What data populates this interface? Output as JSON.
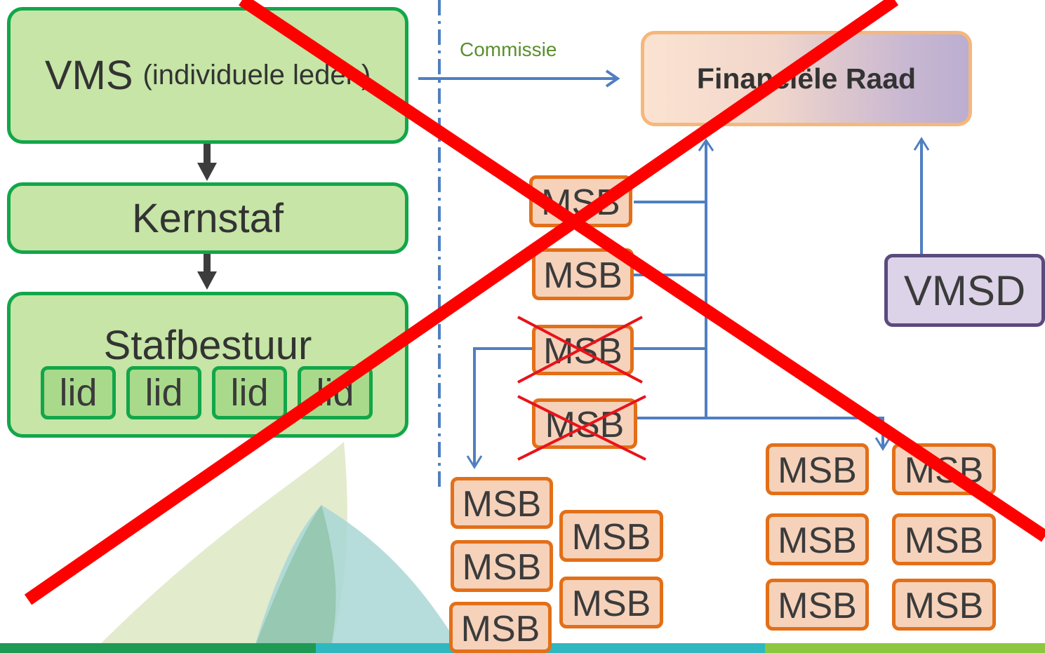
{
  "left_org": {
    "vms": {
      "title": "VMS",
      "subtitle": "(individuele leden)"
    },
    "kernstaf": "Kernstaf",
    "stafbestuur": {
      "title": "Stafbestuur",
      "members": [
        "lid",
        "lid",
        "lid",
        "lid"
      ]
    }
  },
  "commissie_label": "Commissie",
  "financiele_raad": "Financiële Raad",
  "vmsd": "VMSD",
  "msb_column": [
    "MSB",
    "MSB",
    "MSB",
    "MSB"
  ],
  "msb_left_cluster": [
    "MSB",
    "MSB",
    "MSB",
    "MSB",
    "MSB"
  ],
  "msb_right_cluster": [
    "MSB",
    "MSB",
    "MSB",
    "MSB",
    "MSB",
    "MSB"
  ],
  "colors": {
    "green_fill": "#c6e5a6",
    "green_border": "#12a64a",
    "orange_fill": "#f6d2bb",
    "orange_border": "#e36f18",
    "purple_border": "#5c4a7d",
    "arrow_blue": "#4f7fc0",
    "cross_red": "#ff0000"
  }
}
